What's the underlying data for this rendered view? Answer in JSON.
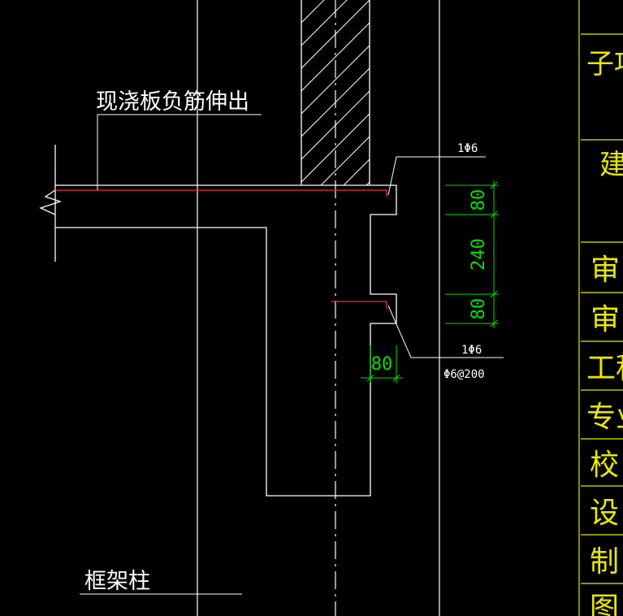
{
  "colors": {
    "background": "#000000",
    "line": "#ffffff",
    "rebar": "#ff2a2a",
    "dimension": "#00e000",
    "titleblock": "#e8e800"
  },
  "labels": {
    "slab_note": "现浇板负筋伸出",
    "column_note": "框架柱",
    "rebar_top": "1Φ6",
    "rebar_bottom": "1Φ6",
    "stirrup": "Φ6@200"
  },
  "dimensions": {
    "top": "80",
    "middle": "240",
    "bottom": "80",
    "width": "80"
  },
  "title_block": {
    "cells": [
      "子项",
      "建筑",
      "审",
      "审",
      "工程",
      "专业",
      "校",
      "设",
      "制",
      "图"
    ]
  }
}
